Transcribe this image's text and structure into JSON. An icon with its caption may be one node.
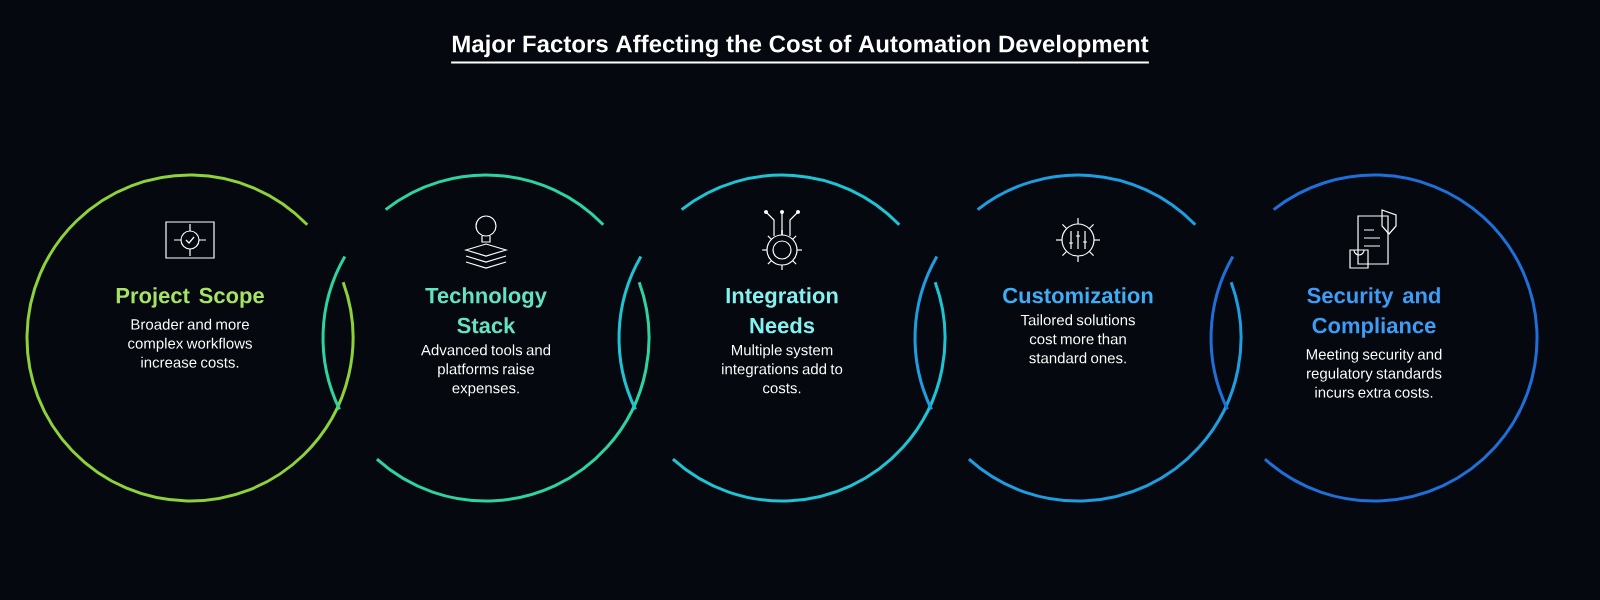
{
  "diagram": {
    "title": "Major Factors Affecting the Cost of Automation Development",
    "nodes": [
      {
        "text": [
          "Project Scope",
          "Broader and more complex workflows increase costs."
        ]
      },
      {
        "text": [
          "Technology Stack",
          "Advanced tools and platforms raise expenses."
        ]
      },
      {
        "text": [
          "Integration Needs",
          "Multiple system integrations add to costs."
        ]
      },
      {
        "text": [
          "Customization",
          "Tailored solutions cost more than standard ones."
        ]
      },
      {
        "text": [
          "Security and Compliance",
          "Meeting security and regulatory standards incurs extra costs."
        ]
      }
    ]
  }
}
